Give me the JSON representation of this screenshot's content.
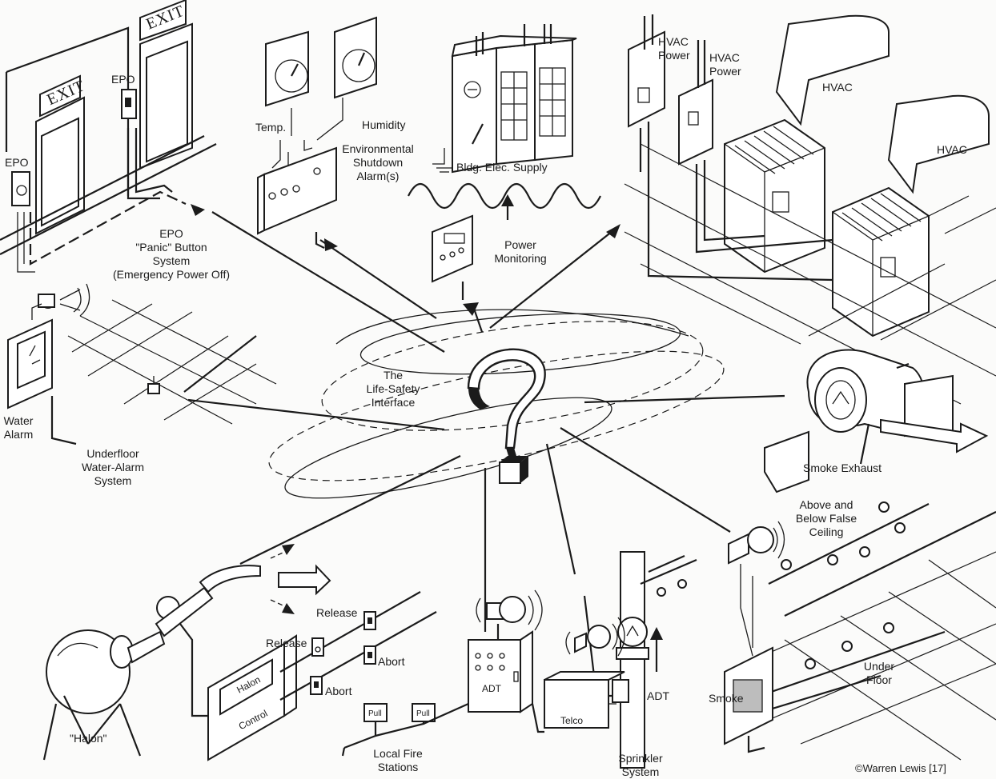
{
  "labels": {
    "exit_sign_1": "EXIT",
    "exit_sign_2": "EXIT",
    "epo_switch_left": "EPO",
    "epo_switch_door": "EPO",
    "epo_system": "EPO\n\"Panic\" Button\nSystem\n(Emergency Power Off)",
    "temp": "Temp.",
    "humidity": "Humidity",
    "env_shutdown": "Environmental\nShutdown\nAlarm(s)",
    "bldg_supply": "Bldg. Elec. Supply",
    "power_monitoring": "Power\nMonitoring",
    "hvac_power_1": "HVAC\nPower",
    "hvac_power_2": "HVAC\nPower",
    "hvac_1": "HVAC",
    "hvac_2": "HVAC",
    "water_alarm": "Water\nAlarm",
    "underfloor_water": "Underfloor\nWater-Alarm\nSystem",
    "life_safety": "The\nLife-Safety\nInterface",
    "smoke_exhaust": "Smoke Exhaust",
    "ceiling": "Above and\nBelow False\nCeiling",
    "under_floor": "Under\nFloor",
    "smoke": "Smoke",
    "adt_right": "ADT",
    "sprinkler": "Sprinkler\nSystem",
    "telco": "Telco",
    "adt_panel": "ADT",
    "pull_1": "Pull",
    "pull_2": "Pull",
    "local_fire": "Local Fire\nStations",
    "release_1": "Release",
    "release_2": "Release",
    "abort_1": "Abort",
    "abort_2": "Abort",
    "halon_panel": "Halon",
    "control_panel": "Control",
    "halon_tank": "\"Halon\"",
    "credit": "©Warren Lewis [17]"
  }
}
